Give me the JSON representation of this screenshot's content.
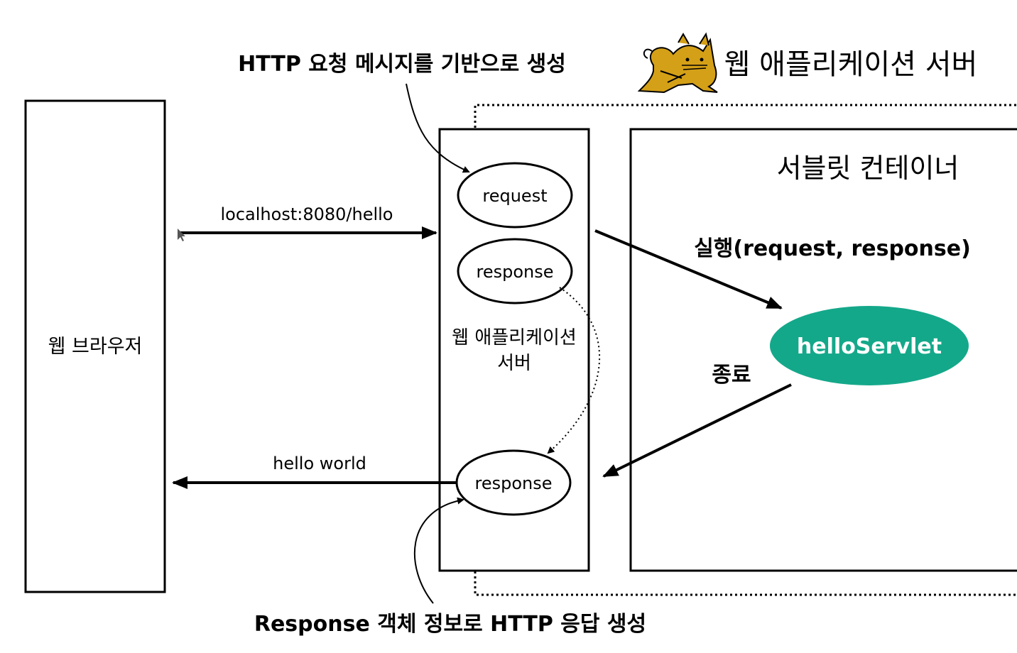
{
  "labels": {
    "top_annotation": "HTTP 요청 메시지를 기반으로 생성",
    "bottom_annotation": "Response 객체 정보로 HTTP 응답 생성",
    "was_title": "웹 애플리케이션 서버",
    "browser": "웹 브라우저",
    "request_url": "localhost:8080/hello",
    "response_body": "hello world",
    "request_obj": "request",
    "response_obj": "response",
    "response_out": "response",
    "was_inner_line1": "웹 애플리케이션",
    "was_inner_line2": "서버",
    "servlet_container": "서블릿 컨테이너",
    "execute_call": "실행(request, response)",
    "servlet_name": "helloServlet",
    "finish": "종료"
  },
  "icons": {
    "server_logo": "tomcat-cat-icon"
  },
  "colors": {
    "servlet_fill": "#14a88a",
    "logo_fill": "#d4a017",
    "stroke": "#000000"
  }
}
